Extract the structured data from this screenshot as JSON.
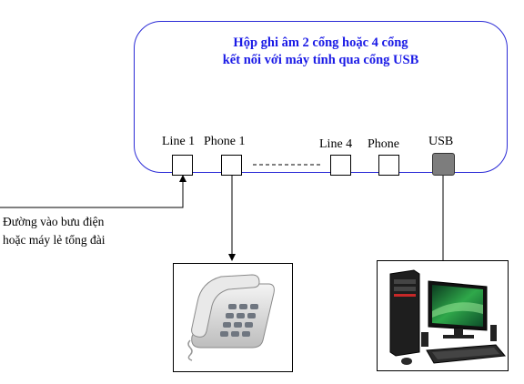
{
  "title": {
    "line1": "Hộp ghi âm 2 cổng hoặc 4 cổng",
    "line2": "kết nối với máy tính qua cổng USB"
  },
  "ports": {
    "line1": "Line 1",
    "phone1": "Phone 1",
    "line4": "Line 4",
    "phone": "Phone",
    "usb": "USB"
  },
  "caption": {
    "line1": "Đường vào bưu điện",
    "line2": "hoặc máy lẻ tổng đài"
  },
  "images": {
    "telephone": "telephone-image",
    "computer": "computer-image"
  }
}
